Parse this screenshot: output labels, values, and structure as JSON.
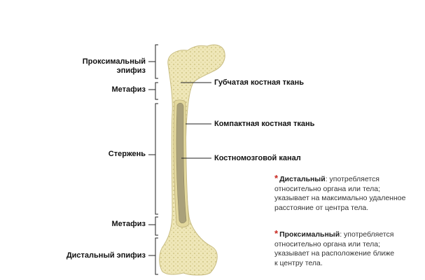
{
  "left_labels": {
    "proximal_epiphysis_line1": "Проксимальный",
    "proximal_epiphysis_line2": "эпифиз",
    "metaphysis_upper": "Метафиз",
    "shaft": "Стержень",
    "metaphysis_lower": "Метафиз",
    "distal_epiphysis": "Дистальный эпифиз"
  },
  "pointer_labels": {
    "spongy_bone": "Губчатая костная ткань",
    "compact_bone": "Компактная костная ткань",
    "medullary_canal": "Костномозговой канал"
  },
  "notes": [
    {
      "star": "*",
      "term": "Дистальный",
      "text_line1": ": употребляется",
      "text_line2": "относительно органа или тела;",
      "text_line3": "указывает на максимально удаленное",
      "text_line4": "расстояние от центра тела."
    },
    {
      "star": "*",
      "term": "Проксимальный",
      "text_line1": ": употребляется",
      "text_line2": "относительно органа или тела;",
      "text_line3": "указывает на расположение ближе",
      "text_line4": "к центру тела."
    }
  ],
  "colors": {
    "bone_fill": "#ece3ae",
    "bone_spongy": "#d9cf93",
    "canal": "#a9a07a",
    "line": "#222222",
    "star": "#c8271f"
  }
}
